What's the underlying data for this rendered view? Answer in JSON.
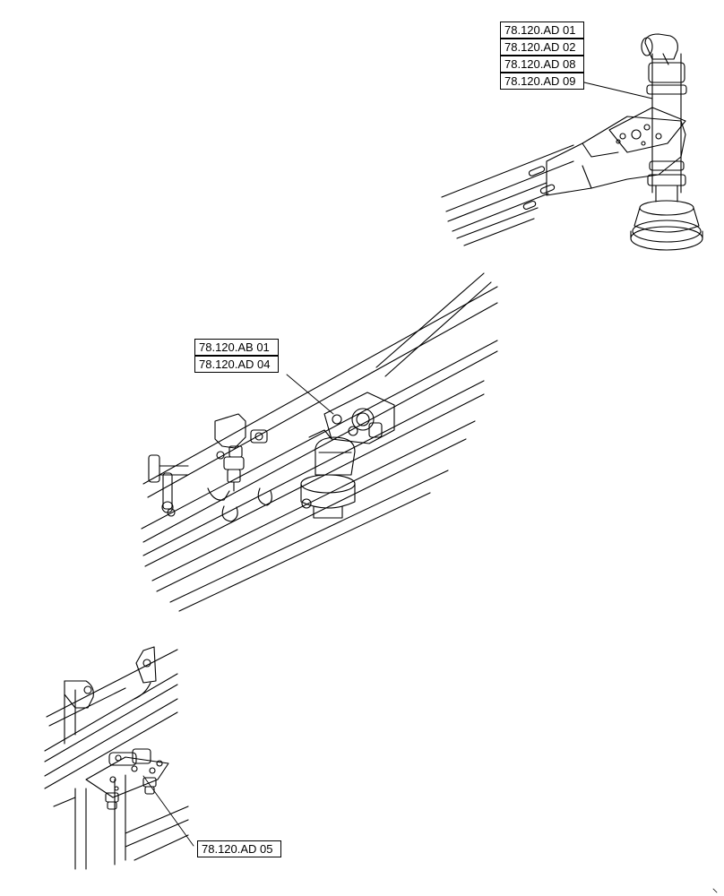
{
  "callouts": {
    "top_group": [
      "78.120.AD 01",
      "78.120.AD 02",
      "78.120.AD 08",
      "78.120.AD 09"
    ],
    "middle_group": [
      "78.120.AB 01",
      "78.120.AD 04"
    ],
    "bottom_group": [
      "78.120.AD 05"
    ]
  },
  "colors": {
    "line": "#000000",
    "background": "#ffffff"
  }
}
